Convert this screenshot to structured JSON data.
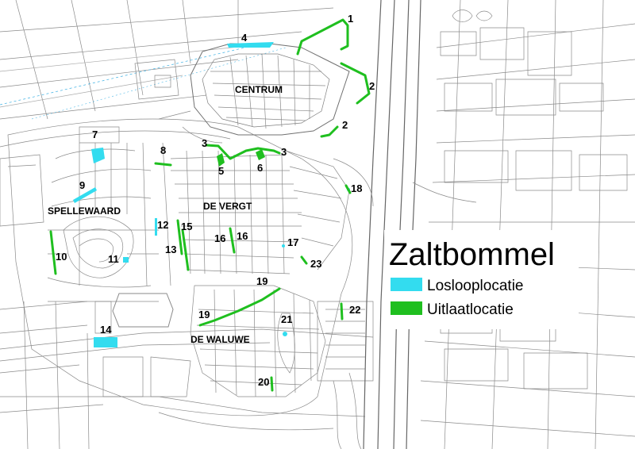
{
  "map": {
    "title": "Zaltbommel",
    "districts": {
      "centrum": "CENTRUM",
      "spellewaard": "SPELLEWAARD",
      "de_vergt": "DE VERGT",
      "de_waluwe": "DE WALUWE"
    },
    "legend": {
      "loslooplocatie": {
        "label": "Loslooplocatie",
        "color": "#33dcef"
      },
      "uitlaatlocatie": {
        "label": "Uitlaatlocatie",
        "color": "#1fbf1f"
      }
    },
    "location_numbers": {
      "n1": "1",
      "n2a": "2",
      "n2b": "2",
      "n3a": "3",
      "n3b": "3",
      "n4": "4",
      "n5": "5",
      "n6": "6",
      "n7": "7",
      "n8": "8",
      "n9": "9",
      "n10": "10",
      "n11": "11",
      "n12": "12",
      "n13": "13",
      "n14": "14",
      "n15": "15",
      "n16a": "16",
      "n16b": "16",
      "n17": "17",
      "n18": "18",
      "n19a": "19",
      "n19b": "19",
      "n20": "20",
      "n21": "21",
      "n22": "22",
      "n23": "23"
    }
  }
}
